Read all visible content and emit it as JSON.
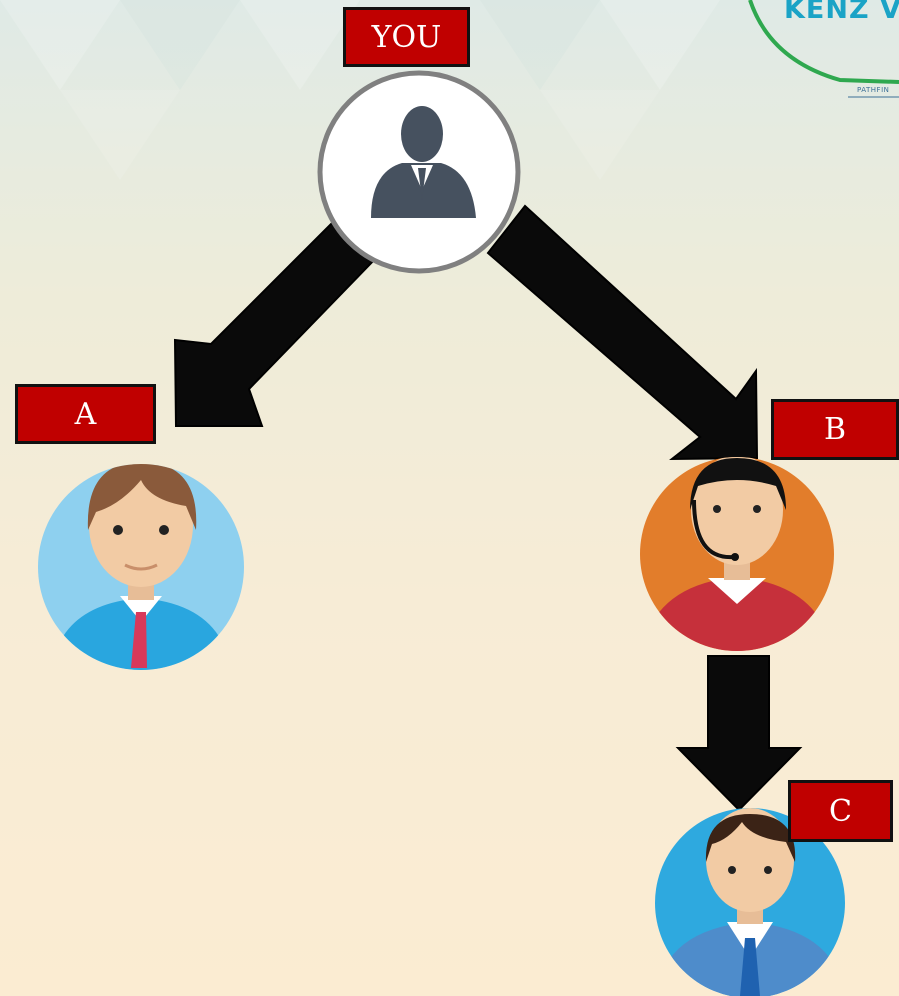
{
  "labels": {
    "you": "YOU",
    "a": "A",
    "b": "B",
    "c": "C"
  },
  "logo": {
    "text": "KENZ VE",
    "sub": "PATHFIN"
  },
  "icons": {
    "you": "businessman-silhouette-icon",
    "a": "man-blue-shirt-avatar-icon",
    "b": "man-headset-red-sweater-avatar-icon",
    "c": "man-blue-suit-avatar-icon"
  },
  "colors": {
    "label_bg": "#c00000",
    "label_text": "#ffffff",
    "arrow": "#0a0a0a",
    "logo_ring": "#2fa84f",
    "logo_text": "#1aa3c6"
  }
}
